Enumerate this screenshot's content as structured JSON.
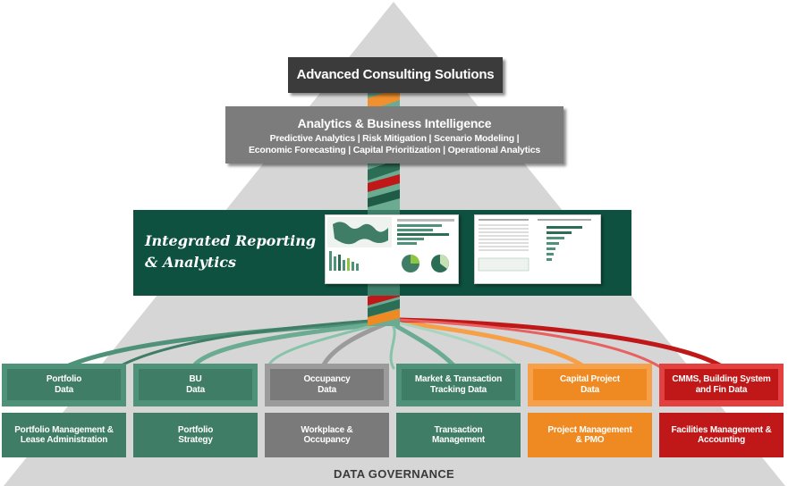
{
  "top": {
    "label": "Advanced Consulting Solutions"
  },
  "analytics": {
    "title": "Analytics & Business Intelligence",
    "line1": "Predictive Analytics | Risk Mitigation | Scenario Modeling |",
    "line2": "Economic Forecasting | Capital Prioritization | Operational Analytics"
  },
  "reporting": {
    "line1": "Integrated Reporting",
    "line2": "& Analytics"
  },
  "data_sources": [
    {
      "label_top": "Portfolio",
      "label_bottom": "Data",
      "color": "#4e9279",
      "inner": "#3f7d67"
    },
    {
      "label_top": "BU",
      "label_bottom": "Data",
      "color": "#4e9279",
      "inner": "#3f7d67"
    },
    {
      "label_top": "Occupancy",
      "label_bottom": "Data",
      "color": "#9b9b9b",
      "inner": "#7a7a7a"
    },
    {
      "label_top": "Market & Transaction",
      "label_bottom": "Tracking Data",
      "color": "#4e9279",
      "inner": "#3f7d67"
    },
    {
      "label_top": "Capital Project",
      "label_bottom": "Data",
      "color": "#f6a04a",
      "inner": "#ef8a22"
    },
    {
      "label_top": "CMMS, Building System",
      "label_bottom": "and Fin Data",
      "color": "#e34040",
      "inner": "#c01818"
    }
  ],
  "functions": [
    {
      "label_top": "Portfolio Management &",
      "label_bottom": "Lease Administration",
      "color": "#3f7d67"
    },
    {
      "label_top": "Portfolio",
      "label_bottom": "Strategy",
      "color": "#3f7d67"
    },
    {
      "label_top": "Workplace &",
      "label_bottom": "Occupancy",
      "color": "#7a7a7a"
    },
    {
      "label_top": "Transaction",
      "label_bottom": "Management",
      "color": "#3f7d67"
    },
    {
      "label_top": "Project Management",
      "label_bottom": "& PMO",
      "color": "#ef8a22"
    },
    {
      "label_top": "Facilities Management &",
      "label_bottom": "Accounting",
      "color": "#c01818"
    }
  ],
  "governance": {
    "label": "DATA GOVERNANCE"
  }
}
